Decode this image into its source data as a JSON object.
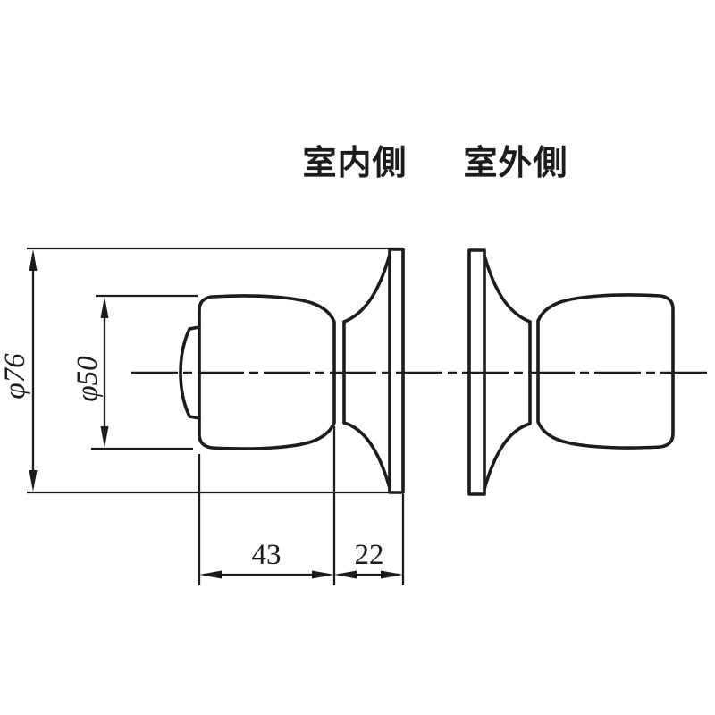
{
  "drawing": {
    "type": "technical-dimension-drawing",
    "subject": "door knob set, side profile",
    "labels": {
      "indoor_side": "室内側",
      "outdoor_side": "室外側"
    },
    "dimensions": {
      "rose_diameter": "φ76",
      "knob_diameter": "φ50",
      "knob_depth": "43",
      "rose_projection": "22"
    },
    "colors": {
      "line": "#1c1c1c",
      "background": "#ffffff"
    }
  }
}
